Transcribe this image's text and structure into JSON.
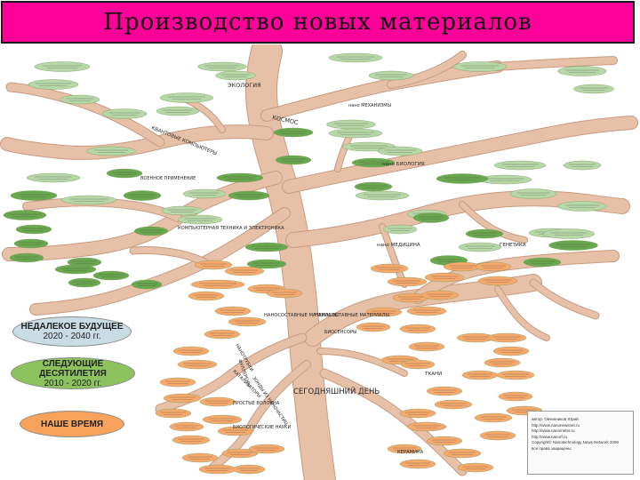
{
  "title": "Производство новых материалов",
  "colors": {
    "title_bg": "#ff0099",
    "trunk": "#e7c0a8",
    "trunk_edge": "#c99b80",
    "green_dark": "#6aa84f",
    "green_light": "#b6d7a8",
    "orange": "#f6a96b",
    "legend_near": "#c9dbe3",
    "legend_next": "#8cc35f",
    "legend_now": "#f7a35c"
  },
  "branches": {
    "ecology": "ЭКОЛОГИЯ",
    "nano_mechanisms": "нано МЕХАНИЗМЫ",
    "cosmos": "КОСМОС",
    "quantum": "КВАНТОВЫЕ КОМПЬЮТЕРЫ",
    "nano_biology": "нано БИОЛОГИЯ",
    "military": "ВОЕННОЕ ПРИМЕНЕНИЕ",
    "computer": "КОМПЬЮТЕРНАЯ ТЕХНИКА И ЭЛЕКТРОНИКА",
    "nano_medicine": "нано МЕДИЦИНА",
    "genetics": "ГЕНЕТИКА",
    "nanocomposite_1": "НАНОСОСТАВНЫЕ МАТЕРИАЛЫ",
    "nanocomposite_2": "НАНОСОСТАВНЫЕ МАТЕРИАЛЫ",
    "biosensors": "БИОСЕНСОРЫ",
    "nanotubes": "НАНОТРУБКИ",
    "fullerenes": "ФУЛЛЕРЕНЫ",
    "catalysts": "КАТАЛИЗАТОРЫ",
    "nano_particles": "ЗОНДЫ ИЗ НАНОЧАСТИЦ",
    "simple_fibers": "ПРОСТЫЕ ВОЛОКНА",
    "biological_science": "БИОЛОГИЧЕСКИЕ НАУКИ",
    "fabrics": "ТКАНИ",
    "ceramics": "КЕРАМИКА",
    "today": "СЕГОДНЯШНИЙ ДЕНЬ"
  },
  "legend": {
    "near_future_line1": "НЕДАЛЕКОЕ БУДУЩЕЕ",
    "near_future_line2": "2020 - 2040 гг.",
    "next_decades_line1": "СЛЕДУЮЩИЕ ДЕСЯТИЛЕТИЯ",
    "next_decades_line2": "2010 - 2020 гг.",
    "our_time": "НАШЕ ВРЕМЯ"
  },
  "credits": {
    "author": "автор: Овчинников Юрий",
    "links": [
      "http://www.nanonewsnet.ru",
      "http://www.nanometer.ru",
      "http://www.nanorf.ru"
    ],
    "copyright": "Copyright© Nanotechnology News Network 2009",
    "rights": "все права защищены"
  }
}
